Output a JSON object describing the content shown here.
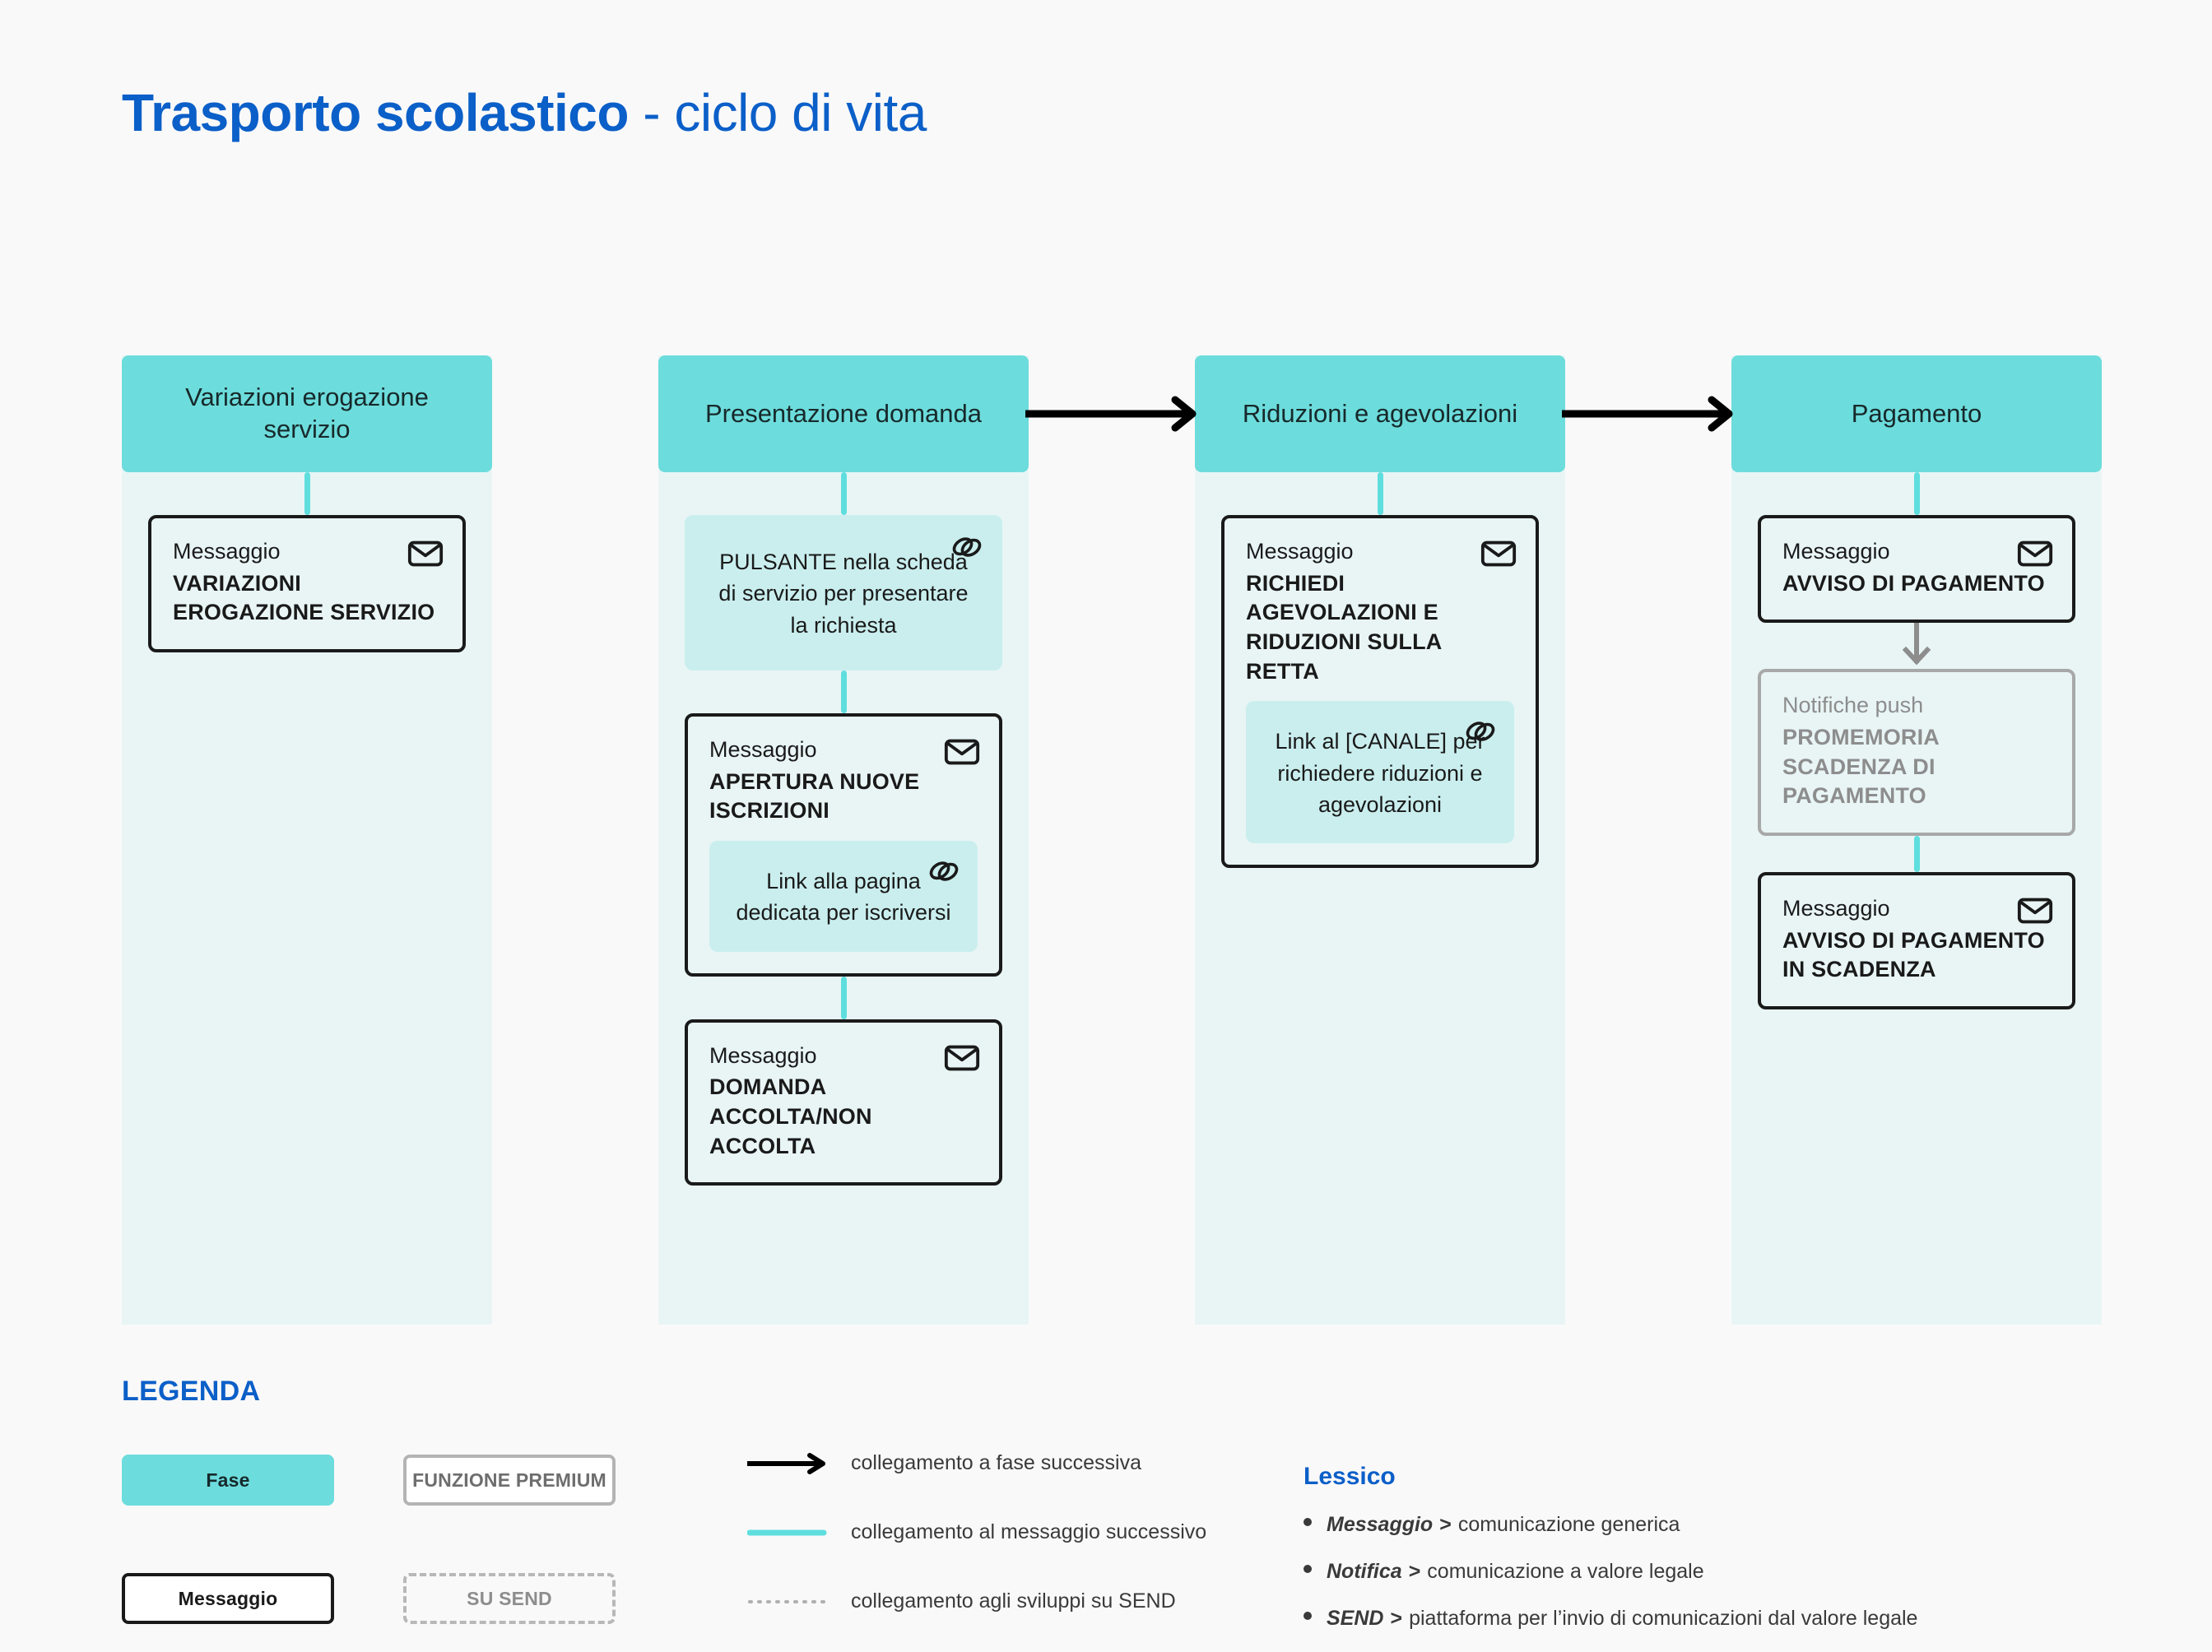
{
  "title": {
    "bold": "Trasporto scolastico",
    "light": " - ciclo di vita"
  },
  "colors": {
    "page_background": "#faf9f9",
    "brand_blue": "#0B5FC8",
    "phase_teal": "#6ddcdc",
    "column_body": "#e9f5f5",
    "link_box": "#caeeee",
    "connector_teal": "#5fdede",
    "message_border": "#1a1a1a",
    "push_grey": "#a8a8a8",
    "push_text": "#8d8d8d"
  },
  "columns": [
    {
      "phase": "Variazioni erogazione servizio",
      "nodes": [
        {
          "type": "message",
          "kicker": "Messaggio",
          "title": "VARIAZIONI EROGAZIONE SERVIZIO",
          "icon": "envelope-icon"
        }
      ]
    },
    {
      "phase": "Presentazione domanda",
      "nodes": [
        {
          "type": "pulsante",
          "text": "PULSANTE nella scheda di servizio per presentare la richiesta",
          "icon": "link-icon"
        },
        {
          "type": "message",
          "kicker": "Messaggio",
          "title": "APERTURA NUOVE ISCRIZIONI",
          "icon": "envelope-icon",
          "link_box": {
            "text": "Link alla pagina dedicata per iscriversi",
            "icon": "link-icon"
          }
        },
        {
          "type": "message",
          "kicker": "Messaggio",
          "title": "DOMANDA ACCOLTA/NON ACCOLTA",
          "icon": "envelope-icon"
        }
      ]
    },
    {
      "phase": "Riduzioni e agevolazioni",
      "nodes": [
        {
          "type": "message",
          "kicker": "Messaggio",
          "title": "RICHIEDI AGEVOLAZIONI E RIDUZIONI SULLA RETTA",
          "icon": "envelope-icon",
          "link_box": {
            "text": "Link al [CANALE] per richiedere riduzioni e agevolazioni",
            "icon": "link-icon"
          }
        }
      ]
    },
    {
      "phase": "Pagamento",
      "nodes": [
        {
          "type": "message",
          "kicker": "Messaggio",
          "title": "AVVISO DI PAGAMENTO",
          "icon": "envelope-icon"
        },
        {
          "type": "push",
          "kicker": "Notifiche push",
          "title": "PROMEMORIA SCADENZA DI PAGAMENTO"
        },
        {
          "type": "message",
          "kicker": "Messaggio",
          "title": "AVVISO DI PAGAMENTO IN SCADENZA",
          "icon": "envelope-icon"
        }
      ]
    }
  ],
  "legend": {
    "heading": "LEGENDA",
    "chips": [
      {
        "label": "Fase",
        "style": "filled-teal"
      },
      {
        "label": "FUNZIONE PREMIUM",
        "style": "grey-solid"
      },
      {
        "label": "Messaggio",
        "style": "black-solid"
      },
      {
        "label": "SU SEND",
        "style": "grey-dashed"
      }
    ],
    "lines": [
      {
        "label": "collegamento a fase successiva",
        "style": "black-arrow"
      },
      {
        "label": "collegamento al messaggio successivo",
        "style": "teal-line"
      },
      {
        "label": "collegamento agli sviluppi su SEND",
        "style": "grey-dotted"
      }
    ]
  },
  "lessico": {
    "heading": "Lessico",
    "items": [
      {
        "term": "Messaggio",
        "sep": ">",
        "definition": "comunicazione generica"
      },
      {
        "term": "Notifica",
        "sep": ">",
        "definition": "comunicazione a valore legale"
      },
      {
        "term": "SEND",
        "sep": ">",
        "definition": "piattaforma per  l’invio di comunicazioni dal valore legale"
      }
    ]
  }
}
